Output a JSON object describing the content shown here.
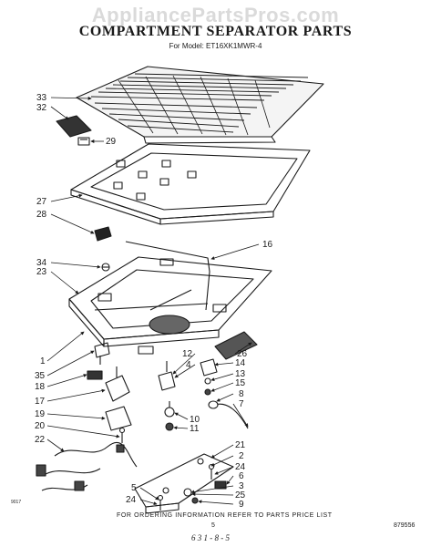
{
  "watermark": "AppliancePartsPros.com",
  "title": "COMPARTMENT SEPARATOR PARTS",
  "subtitle": "For Model: ET16XK1MWR-4",
  "footer": {
    "note": "FOR ORDERING INFORMATION REFER TO PARTS PRICE LIST",
    "page": "5",
    "part_code": "879556",
    "date_mark": "6 3 1 - 8 - 5",
    "fig_code": "9017"
  },
  "callouts": [
    {
      "id": "33",
      "label": "33"
    },
    {
      "id": "32",
      "label": "32"
    },
    {
      "id": "29",
      "label": "29"
    },
    {
      "id": "27",
      "label": "27"
    },
    {
      "id": "28",
      "label": "28"
    },
    {
      "id": "16",
      "label": "16"
    },
    {
      "id": "34",
      "label": "34"
    },
    {
      "id": "23",
      "label": "23"
    },
    {
      "id": "1",
      "label": "1"
    },
    {
      "id": "35",
      "label": "35"
    },
    {
      "id": "18",
      "label": "18"
    },
    {
      "id": "17",
      "label": "17"
    },
    {
      "id": "19",
      "label": "19"
    },
    {
      "id": "20",
      "label": "20"
    },
    {
      "id": "22",
      "label": "22"
    },
    {
      "id": "12",
      "label": "12"
    },
    {
      "id": "4",
      "label": "4"
    },
    {
      "id": "26",
      "label": "26"
    },
    {
      "id": "14",
      "label": "14"
    },
    {
      "id": "13",
      "label": "13"
    },
    {
      "id": "15",
      "label": "15"
    },
    {
      "id": "8",
      "label": "8"
    },
    {
      "id": "7",
      "label": "7"
    },
    {
      "id": "10",
      "label": "10"
    },
    {
      "id": "11",
      "label": "11"
    },
    {
      "id": "21",
      "label": "21"
    },
    {
      "id": "2",
      "label": "2"
    },
    {
      "id": "24a",
      "label": "24"
    },
    {
      "id": "6",
      "label": "6"
    },
    {
      "id": "3",
      "label": "3"
    },
    {
      "id": "25",
      "label": "25"
    },
    {
      "id": "9",
      "label": "9"
    },
    {
      "id": "5",
      "label": "5"
    },
    {
      "id": "24b",
      "label": "24"
    }
  ]
}
